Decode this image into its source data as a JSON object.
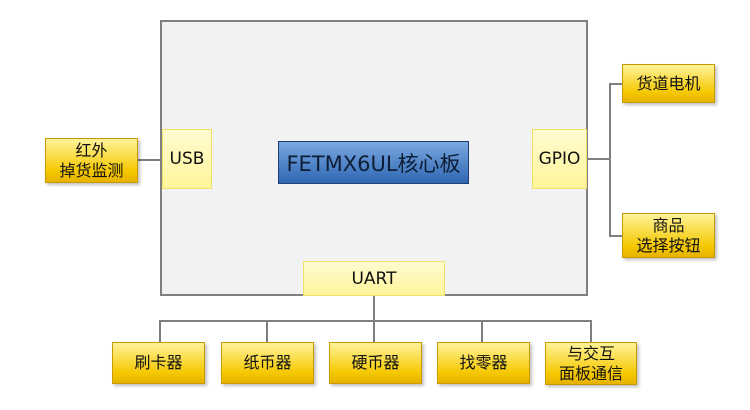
{
  "core": {
    "label": "FETMX6UL核心板"
  },
  "ports": {
    "usb": "USB",
    "gpio": "GPIO",
    "uart": "UART"
  },
  "devices": {
    "infrared": [
      "红外",
      "掉货监测"
    ],
    "motor": [
      "货道电机"
    ],
    "product_select": [
      "商品",
      "选择按钮"
    ],
    "card_reader": [
      "刷卡器"
    ],
    "bill_acceptor": [
      "纸币器"
    ],
    "coin_acceptor": [
      "硬币器"
    ],
    "change_dispenser": [
      "找零器"
    ],
    "panel_comm": [
      "与交互",
      "面板通信"
    ]
  },
  "colors": {
    "board_fill": "#f2f2f2",
    "board_border": "#7f7f7f",
    "port_fill": "#fff59a",
    "core_fill": "#2f67b3",
    "device_fill": "#f5c800"
  }
}
